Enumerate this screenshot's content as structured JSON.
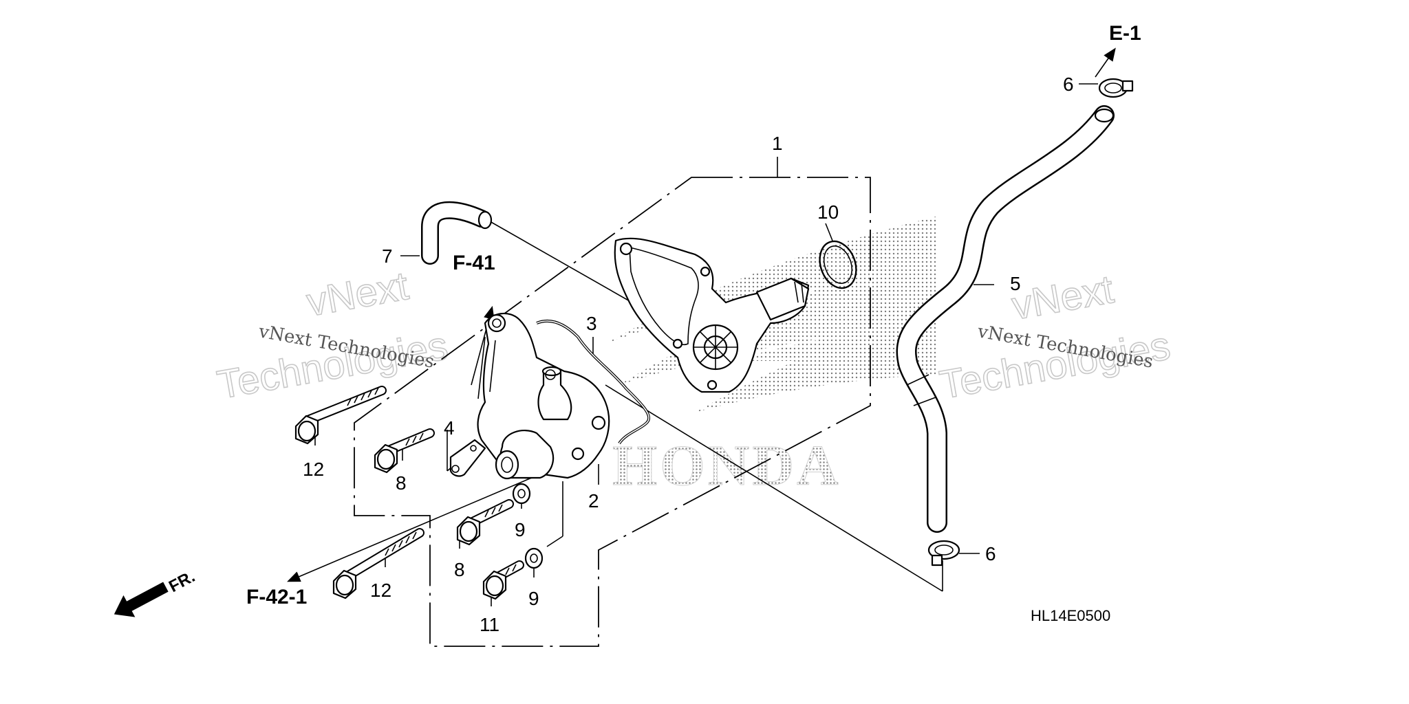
{
  "diagram": {
    "diagram_code": "HL14E0500",
    "part_labels": [
      {
        "id": "p1",
        "text": "1"
      },
      {
        "id": "p2",
        "text": "2"
      },
      {
        "id": "p3",
        "text": "3"
      },
      {
        "id": "p4",
        "text": "4"
      },
      {
        "id": "p5",
        "text": "5"
      },
      {
        "id": "p6a",
        "text": "6"
      },
      {
        "id": "p6b",
        "text": "6"
      },
      {
        "id": "p7",
        "text": "7"
      },
      {
        "id": "p8a",
        "text": "8"
      },
      {
        "id": "p8b",
        "text": "8"
      },
      {
        "id": "p9a",
        "text": "9"
      },
      {
        "id": "p9b",
        "text": "9"
      },
      {
        "id": "p10",
        "text": "10"
      },
      {
        "id": "p11",
        "text": "11"
      },
      {
        "id": "p12a",
        "text": "12"
      },
      {
        "id": "p12b",
        "text": "12"
      }
    ],
    "reference_labels": {
      "e1": "E-1",
      "f41": "F-41",
      "f421": "F-42-1",
      "front": "FR."
    },
    "watermarks": {
      "brand_line1": "vNext",
      "brand_line2": "Technologies",
      "brand_small": "vNext Technologies",
      "logo_text": "HONDA"
    }
  }
}
